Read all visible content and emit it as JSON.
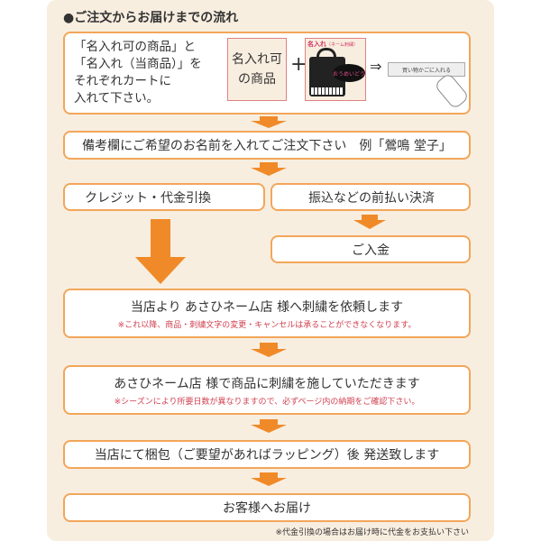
{
  "title": "●ご注文からお届けまでの流れ",
  "step1": {
    "lines": [
      "「名入れ可の商品」と",
      "「名入れ（当商品）」を",
      "それぞれカートに",
      "入れて下さい。"
    ],
    "product_box": [
      "名入れ可",
      "の商品"
    ],
    "plus": "+",
    "bag_label": "名入れ",
    "bag_sub": "（ネーム刺繍）",
    "bag_badge": "おうめいどう",
    "implies": "⇒",
    "cart_button": "買い物かごに入れる"
  },
  "step2": "備考欄にご希望のお名前を入れてご注文下さい　例「鶯鳴 堂子」",
  "step3_left": "クレジット・代金引換",
  "step3_right": "振込などの前払い決済",
  "step3_pay": "ご入金",
  "step4": {
    "text": "当店より あさひネーム店 様へ刺繍を依頼します",
    "note": "※これ以降、商品・刺繍文字の変更・キャンセルは承ることができなくなります。"
  },
  "step5": {
    "text": "あさひネーム店 様で商品に刺繍を施していただきます",
    "note": "※シーズンにより所要日数が異なりますので、必ずページ内の納期をご確認下さい。"
  },
  "step6": "当店にて梱包（ご要望があればラッピング）後 発送致します",
  "step7": "お客様へお届け",
  "footnote": "※代金引換の場合はお届け時に代金をお支払い下さい",
  "colors": {
    "accent": "#f08a28",
    "border": "#f2a65a",
    "note": "#d04050",
    "bg": "#f8eee0"
  }
}
